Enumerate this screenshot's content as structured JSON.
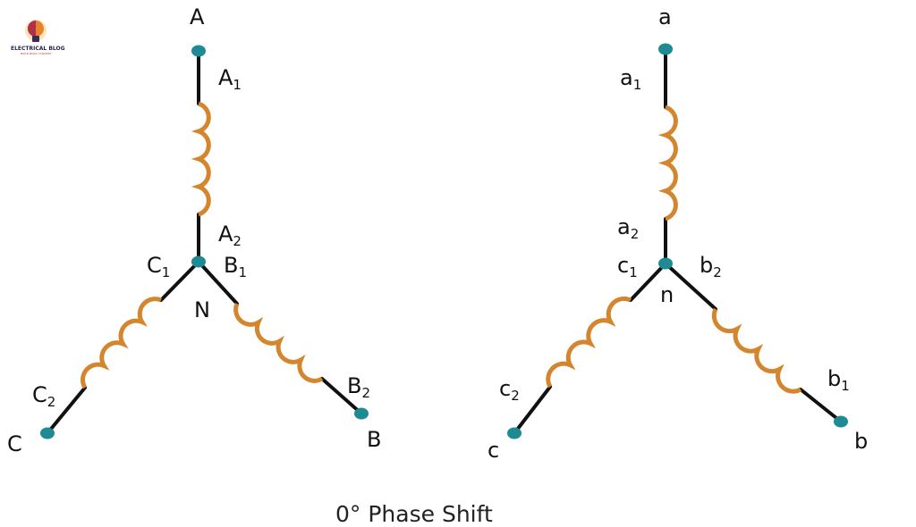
{
  "logo": {
    "title": "ELECTRICAL BLOG",
    "tagline": "BUILD BASIC CONCEPT"
  },
  "primary": {
    "terminals": {
      "A": "A",
      "B": "B",
      "C": "C"
    },
    "neutral": "N",
    "winding_labels": {
      "A1": [
        "A",
        "1"
      ],
      "A2": [
        "A",
        "2"
      ],
      "B1": [
        "B",
        "1"
      ],
      "B2": [
        "B",
        "2"
      ],
      "C1": [
        "C",
        "1"
      ],
      "C2": [
        "C",
        "2"
      ]
    }
  },
  "secondary": {
    "terminals": {
      "a": "a",
      "b": "b",
      "c": "c"
    },
    "neutral": "n",
    "winding_labels": {
      "a1": [
        "a",
        "1"
      ],
      "a2": [
        "a",
        "2"
      ],
      "b1": [
        "b",
        "1"
      ],
      "b2": [
        "b",
        "2"
      ],
      "c1": [
        "c",
        "1"
      ],
      "c2": [
        "c",
        "2"
      ]
    }
  },
  "caption": "0°  Phase Shift",
  "colors": {
    "wire": "#111111",
    "coil": "#d4862f",
    "node": "#1e8a93"
  }
}
